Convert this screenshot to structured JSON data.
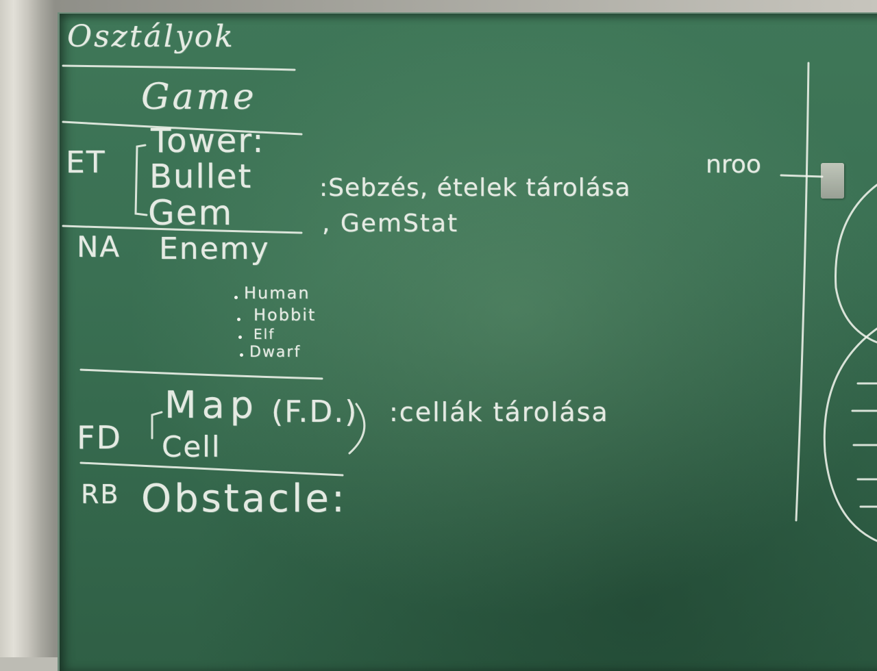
{
  "board": {
    "title": "Osztályok",
    "game": "Game",
    "et_label": "ET",
    "tower": "Tower:",
    "bullet": "Bullet",
    "bullet_note": ":Sebzés, ételek tárolása",
    "gem": "Gem",
    "gem_note": ", GemStat",
    "nroo": "nroo",
    "na_label": "NA",
    "enemy": "Enemy",
    "enemy_types": [
      "Human",
      "Hobbit",
      "Elf",
      "Dwarf"
    ],
    "fd_label": "FD",
    "map": "Map",
    "map_paren": "(F.D.)",
    "map_note": ":cellák tárolása",
    "cell": "Cell",
    "rb_label": "RB",
    "obstacle": "Obstacle:"
  }
}
